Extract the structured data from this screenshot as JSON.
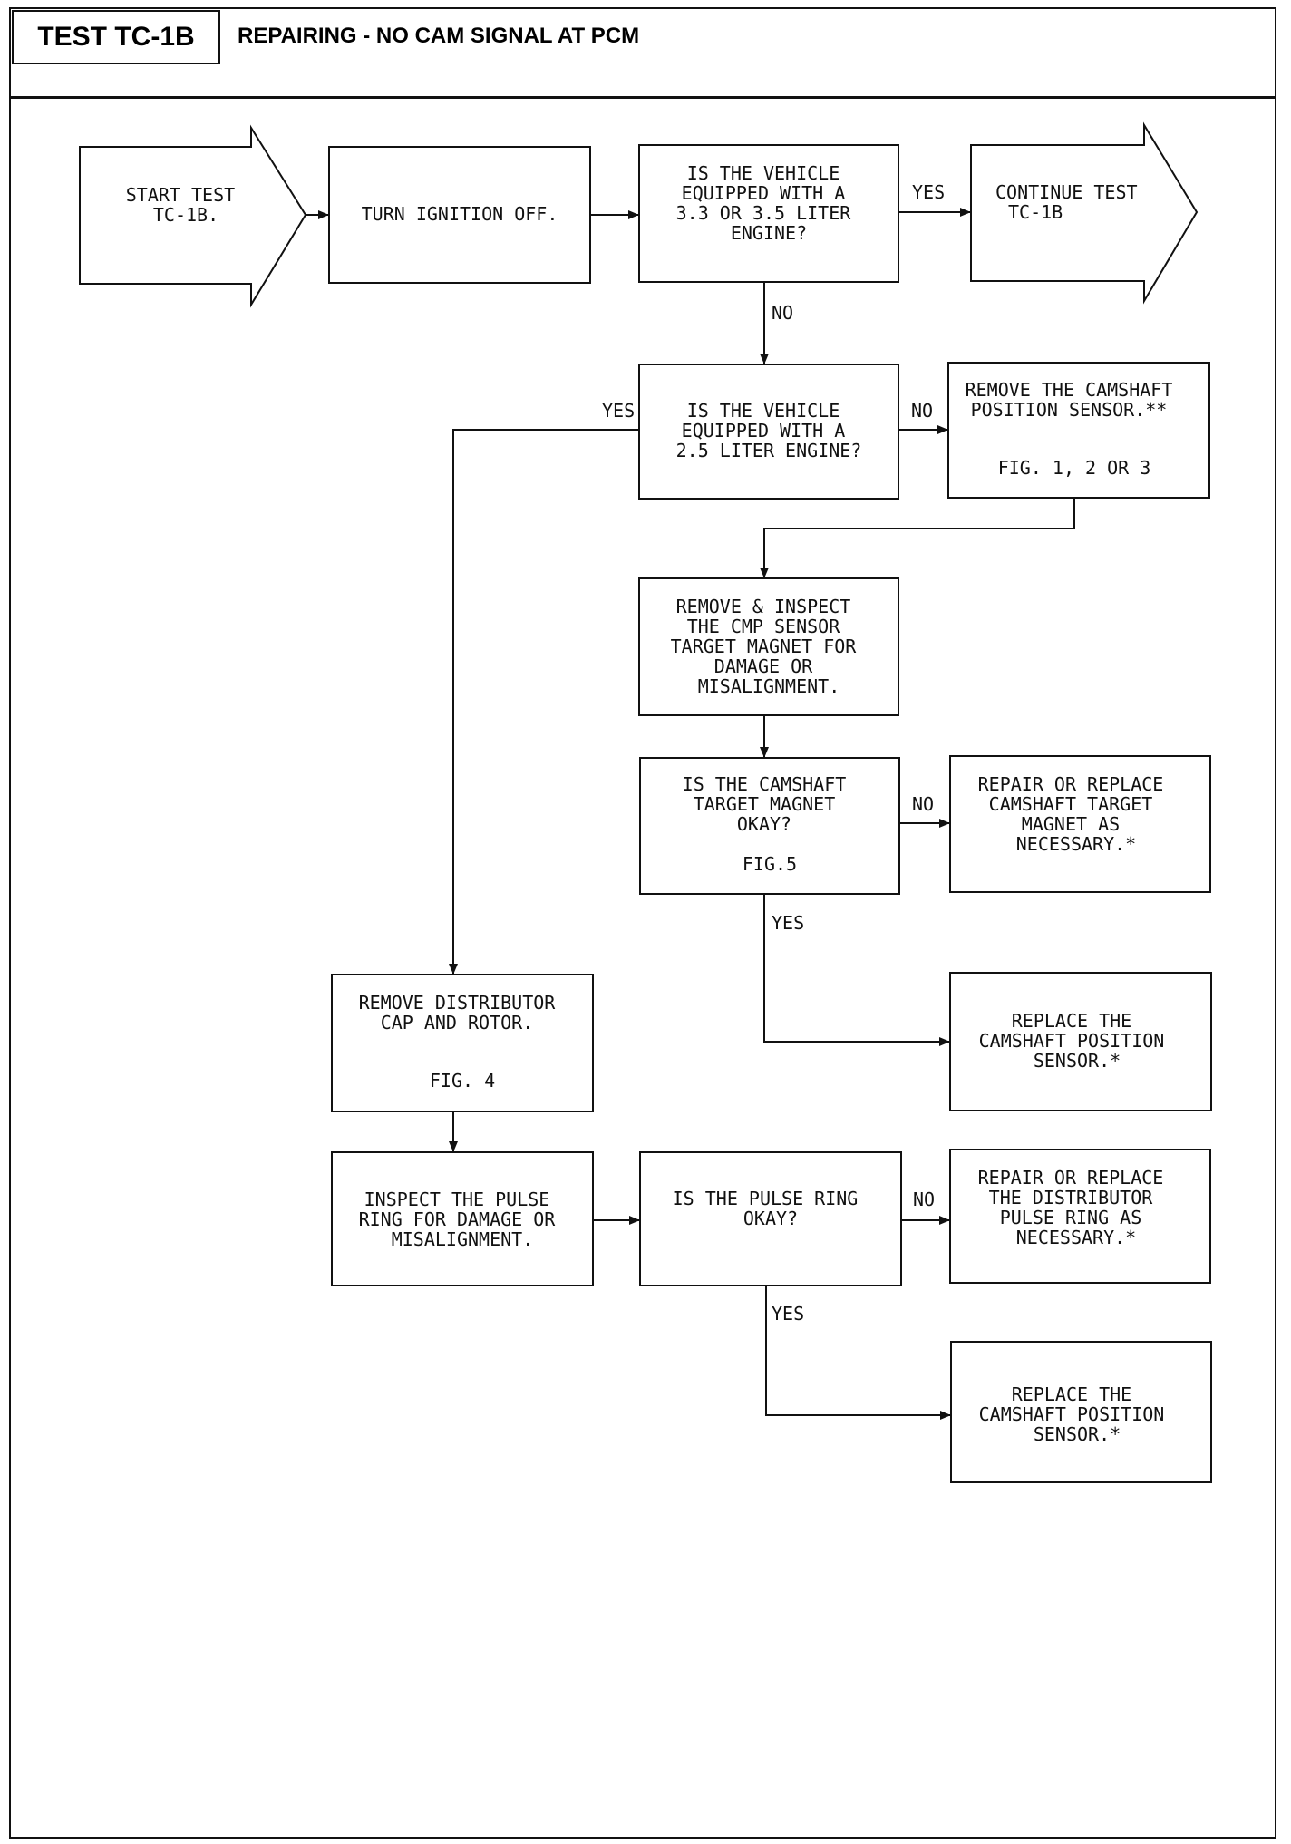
{
  "header": {
    "test_id": "TEST TC-1B",
    "title": "REPAIRING - NO CAM SIGNAL AT PCM"
  },
  "nodes": {
    "start": [
      "START TEST",
      "TC-1B."
    ],
    "ignition_off": [
      "TURN IGNITION OFF."
    ],
    "q_33_35": [
      "IS THE VEHICLE",
      "EQUIPPED WITH A",
      "3.3 OR 3.5 LITER",
      "ENGINE?"
    ],
    "continue": [
      "CONTINUE TEST",
      "TC-1B"
    ],
    "q_25": [
      "IS THE VEHICLE",
      "EQUIPPED WITH A",
      "2.5 LITER ENGINE?"
    ],
    "remove_cmp": [
      "REMOVE THE CAMSHAFT",
      "POSITION SENSOR.**"
    ],
    "remove_cmp_fig": "FIG. 1, 2 OR 3",
    "inspect_magnet": [
      "REMOVE & INSPECT",
      "THE CMP SENSOR",
      "TARGET MAGNET FOR",
      "DAMAGE OR",
      "MISALIGNMENT."
    ],
    "q_magnet": [
      "IS THE CAMSHAFT",
      "TARGET MAGNET",
      "OKAY?"
    ],
    "q_magnet_fig": "FIG.5",
    "repair_magnet": [
      "REPAIR OR REPLACE",
      "CAMSHAFT TARGET",
      "MAGNET AS",
      "NECESSARY.*"
    ],
    "replace_sensor_1": [
      "REPLACE THE",
      "CAMSHAFT POSITION",
      "SENSOR.*"
    ],
    "remove_distributor": [
      "REMOVE DISTRIBUTOR",
      "CAP AND ROTOR."
    ],
    "remove_distributor_fig": "FIG. 4",
    "inspect_pulse": [
      "INSPECT THE PULSE",
      "RING FOR DAMAGE OR",
      "MISALIGNMENT."
    ],
    "q_pulse": [
      "IS THE PULSE RING",
      "OKAY?"
    ],
    "repair_pulse": [
      "REPAIR OR REPLACE",
      "THE DISTRIBUTOR",
      "PULSE RING AS",
      "NECESSARY.*"
    ],
    "replace_sensor_2": [
      "REPLACE THE",
      "CAMSHAFT POSITION",
      "SENSOR.*"
    ]
  },
  "edge_labels": {
    "q1_yes": "YES",
    "q1_no": "NO",
    "q2_yes": "YES",
    "q2_no": "NO",
    "q3_no": "NO",
    "q3_yes": "YES",
    "q4_no": "NO",
    "q4_yes": "YES"
  }
}
